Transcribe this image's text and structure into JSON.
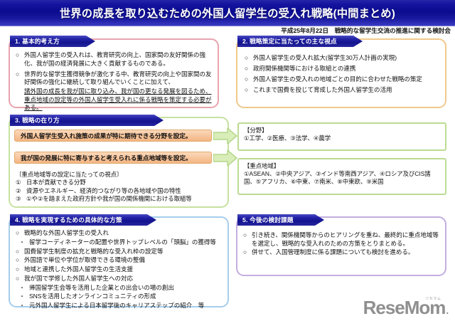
{
  "document": {
    "title": "世界の成長を取り込むための外国人留学生の受入れ戦略(中間まとめ)",
    "meta": "平成25年8月22日　戦略的な留学生交流の推進に関する検討会"
  },
  "sections": {
    "s1": {
      "heading": "1. 基本的考え方",
      "items": [
        "外国人留学生の受入れは、教育研究の向上、国家間の友好関係の強化、我が国の経済発展に大きく貢献するものである。",
        "世界的な留学生獲得競争が激化する中、教育研究の向上や国家間の友好関係の強化に継続して取り組んでいくことに加えて、",
        "諸外国の成長を我が国に取り込み、我が国の更なる発展を図るため、重点地域の設定等の外国人留学生受入れに係る戦略を策定する必要がある。"
      ]
    },
    "s2": {
      "heading": "2. 戦略策定に当たっての主な視点",
      "items": [
        "外国人留学生の受入れ拡大(留学生30万人計画の実現)",
        "政府関係機関等における取組との連携",
        "外国人留学生の受入れの地域ごとの目的に合わせた戦略の策定",
        "これまで国費を投じて育成した外国人留学生の活用"
      ]
    },
    "s3": {
      "heading": "3. 戦略の在り方",
      "measure1": "外国人留学生受入れ施策の成果が特に期待できる分野を設定。",
      "measure2": "我が国の発展に特に寄与すると考えられる重点地域等を設定。",
      "result1_label": "【分野】",
      "result1_body": "①工学、②医療、③法学、④農学",
      "result2_label": "【重点地域】",
      "result2_body": "①ASEAN、②中央アジア、③インド等南西アジア、④ロシア及びCIS諸国、⑤アフリカ、⑥中東、⑦南米、⑧中東欧、⑨米国",
      "viewpoint_title": "〔重点地域等の設定に当たっての視点〕",
      "viewpoints": [
        {
          "num": "①",
          "text": "日本が貢献できる分野"
        },
        {
          "num": "②",
          "text": "資源やエネルギー、経済的つながり等の各地域や国の特性"
        },
        {
          "num": "③",
          "text": "①や②を踏まえた政府方針や我が国の関係機関における取組等"
        }
      ]
    },
    "s4": {
      "heading": "4. 戦略を実現するための具体的な方策",
      "items": [
        {
          "mark": "○",
          "text": "戦略的な外国人留学生の受入れ"
        },
        {
          "mark": "・",
          "text": "留学コーディネーターの配置や世界トップレベルの「頭脳」の獲得等"
        },
        {
          "mark": "○",
          "text": "国費留学生制度の拡充と戦略的な受入れ枠の設定等"
        },
        {
          "mark": "○",
          "text": "外国語で単位や学位が取得できる環境の整備"
        },
        {
          "mark": "○",
          "text": "地域と連携した外国人留学生の生活支援"
        },
        {
          "mark": "○",
          "text": "我が国で学修した外国人留学生への対応"
        },
        {
          "mark": "・",
          "text": "帰国留学生会等を活用した企業との出会いの場の創出"
        },
        {
          "mark": "・",
          "text": "SNSを活用したオンラインコミュニティの形成"
        },
        {
          "mark": "・",
          "text": "元外国人留学生による日本留学後のキャリアステップの紹介　等"
        }
      ]
    },
    "s5": {
      "heading": "5. 今後の検討課題",
      "items": [
        "引き続き、関係機関等からのヒアリングを重ね、最終的に重点地域等を選定し、戦略的な受入れのための方策をとりまとめる。",
        "併せて、入国管理制度に係る課題についても検討を進める。"
      ]
    }
  },
  "watermark": {
    "brand": "ReseMom",
    "ruby": "リセマム",
    "dot": "."
  },
  "bullets": {
    "circle": "○",
    "dot": "・"
  },
  "colors": {
    "title_banner": "#0b0b8f",
    "section_header": "#14148f",
    "panel_rose": "#e8a3ae",
    "panel_amber": "#f0c98a",
    "panel_green": "#c6e2a0",
    "panel_blue": "#a6cdec",
    "panel_violet": "#c3aee0",
    "measure_box": "#f7c49b",
    "arrow_green": "#cfe8a8"
  }
}
